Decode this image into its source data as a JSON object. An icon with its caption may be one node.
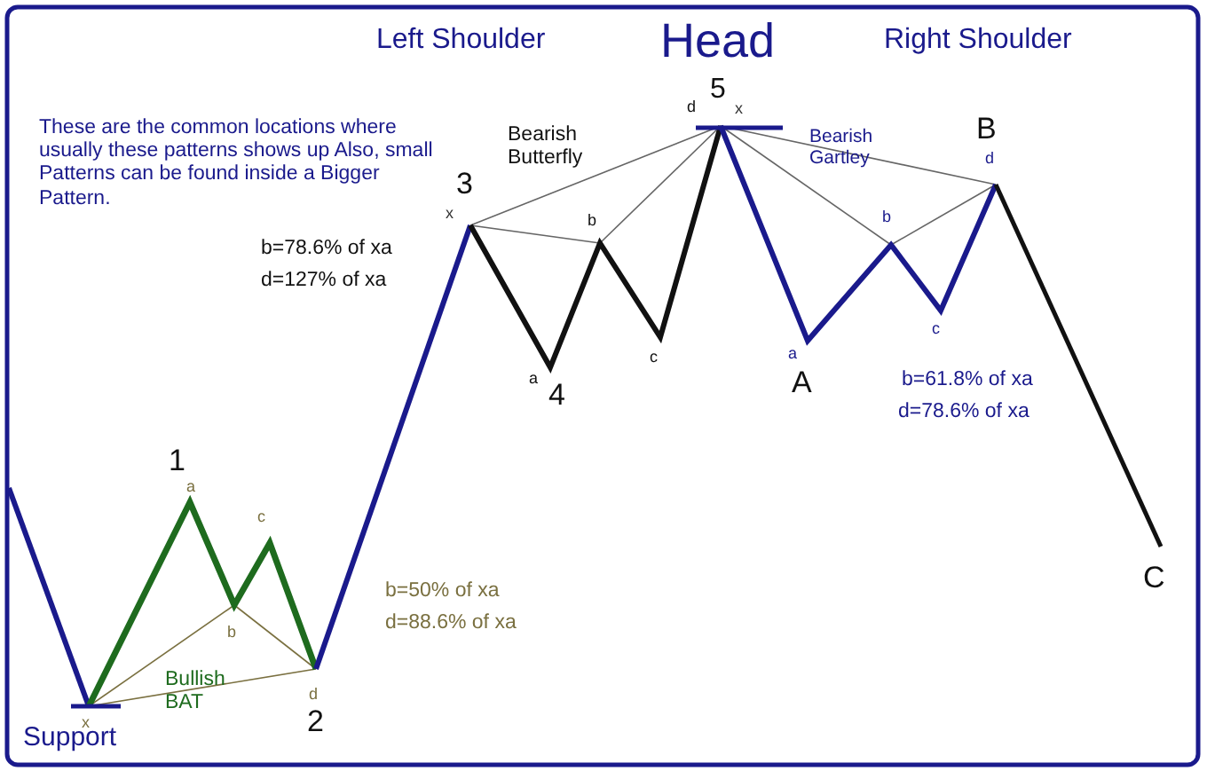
{
  "diagram": {
    "labels": [
      "Left Shoulder",
      "Head",
      "Right Shoulder",
      "These are the common locations where usually these patterns shows up Also, small Patterns can be found inside a Bigger Pattern.",
      "Bearish Butterfly",
      "d",
      "5",
      "x",
      "Bearish Gartley",
      "B",
      "d",
      "3",
      "x",
      "b=78.6% of xa",
      "d=127% of xa",
      "b",
      "b",
      "a",
      "4",
      "c",
      "a",
      "A",
      "c",
      "b=61.8% of xa",
      "d=78.6% of xa",
      "1",
      "a",
      "c",
      "b=50% of xa",
      "d=88.6% of xa",
      "b",
      "Bullish BAT",
      "d",
      "x",
      "2",
      "Support",
      "C"
    ]
  }
}
